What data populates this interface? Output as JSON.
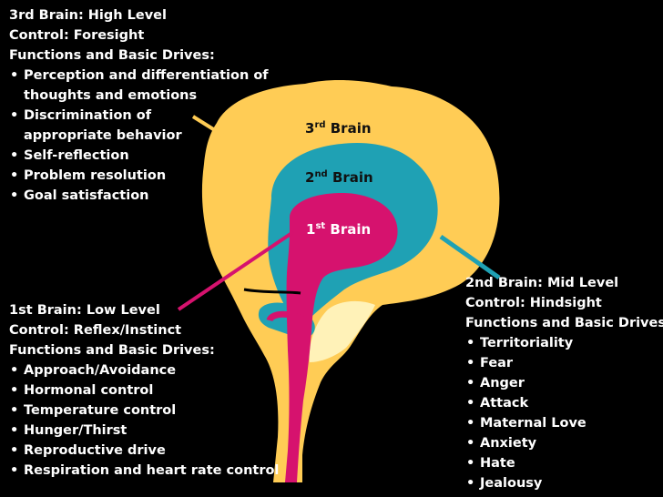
{
  "third_brain": {
    "label": "3rd Brain",
    "lines": [
      "3rd Brain: High Level",
      "Control: Foresight",
      "Functions and Basic Drives:"
    ],
    "items": [
      {
        "line1": "Perception and differentiation of",
        "line2": "thoughts and emotions"
      },
      {
        "line1": "Discrimination of",
        "line2": "appropriate behavior"
      },
      {
        "line1": "Self-reflection",
        "line2": ""
      },
      {
        "line1": "Problem resolution",
        "line2": ""
      },
      {
        "line1": "Goal satisfaction",
        "line2": ""
      }
    ]
  },
  "second_brain": {
    "label": "2nd Brain",
    "lines": [
      "2nd Brain: Mid Level",
      "Control: Hindsight",
      "Functions and Basic Drives:"
    ],
    "items": [
      "Territoriality",
      "Fear",
      "Anger",
      "Attack",
      "Maternal Love",
      "Anxiety",
      "Hate",
      "Jealousy"
    ]
  },
  "first_brain": {
    "label": "1st Brain",
    "lines": [
      "1st Brain: Low Level",
      "Control: Reflex/Instinct",
      "Functions and Basic Drives:"
    ],
    "items": [
      "Approach/Avoidance",
      "Hormonal control",
      "Temperature control",
      "Hunger/Thirst",
      "Reproductive drive",
      "Respiration and heart rate control"
    ]
  },
  "colors": {
    "background": "#000000",
    "third_brain": "#FFCC55",
    "third_brain_inner": "#FFF2B8",
    "second_brain": "#1FA1B4",
    "first_brain": "#D6126E",
    "text": "#FFFFFF",
    "label_text": "#111111"
  }
}
